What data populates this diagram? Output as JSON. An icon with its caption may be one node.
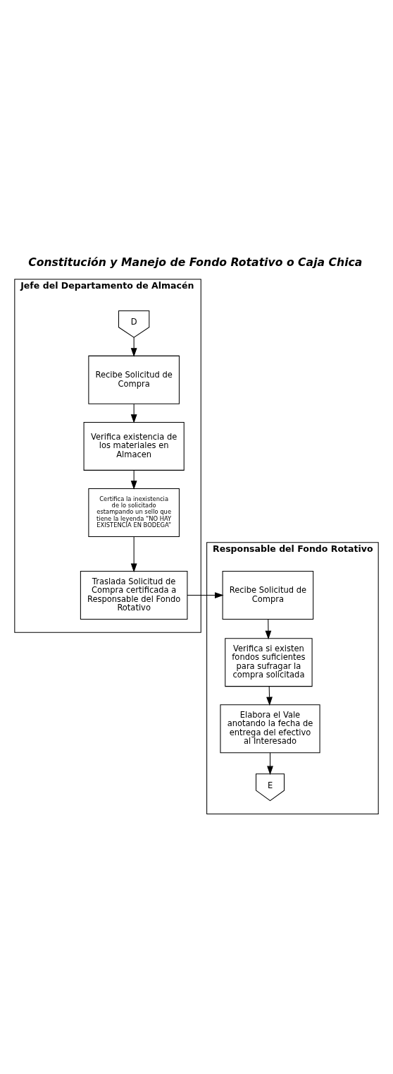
{
  "diagram": {
    "title": "Constitución y Manejo de Fondo Rotativo o Caja Chica",
    "nodes": [
      {
        "text": [
          "Jefe del Departamento de Almacén"
        ]
      },
      {
        "text": [
          "D"
        ],
        "in": 0
      },
      {
        "text": [
          "Recibe Solicitud de Compra"
        ],
        "in": 0
      },
      {
        "text": [
          "Verifica existencia de los materiales en Almacen"
        ],
        "in": 0
      },
      {
        "text": [
          "Certifica la inexistencia de lo solicitado estampando un sello que tiene la leyenda “NO HAY EXISTENCIA EN BODEGA”"
        ],
        "in": 0
      },
      {
        "text": [
          "Traslada Solicitud de Compra certificada a Responsable del Fondo Rotativo"
        ],
        "in": 0
      },
      {
        "text": [
          "Responsable del Fondo Rotativo"
        ]
      },
      {
        "text": [
          "Recibe Solicitud de Compra"
        ],
        "in": 6
      },
      {
        "text": [
          "Verifica si existen fondos suficientes para sufragar la compra solicitada"
        ],
        "in": 6
      },
      {
        "text": [
          "Elabora el Vale anotando la fecha de entrega del efectivo al Interesado"
        ],
        "in": 6
      },
      {
        "text": [
          "E"
        ],
        "in": 6
      }
    ],
    "edges": [
      {
        "from": 1,
        "to": 2,
        "arrow": "to"
      },
      {
        "from": 2,
        "to": 3,
        "arrow": "to"
      },
      {
        "from": 3,
        "to": 4,
        "arrow": "to"
      },
      {
        "from": 4,
        "to": 5,
        "arrow": "to"
      },
      {
        "from": 5,
        "to": 7,
        "arrow": "to"
      },
      {
        "from": 7,
        "to": 8,
        "arrow": "to"
      },
      {
        "from": 8,
        "to": 9,
        "arrow": "to"
      },
      {
        "from": 9,
        "to": 10,
        "arrow": "to"
      }
    ]
  }
}
